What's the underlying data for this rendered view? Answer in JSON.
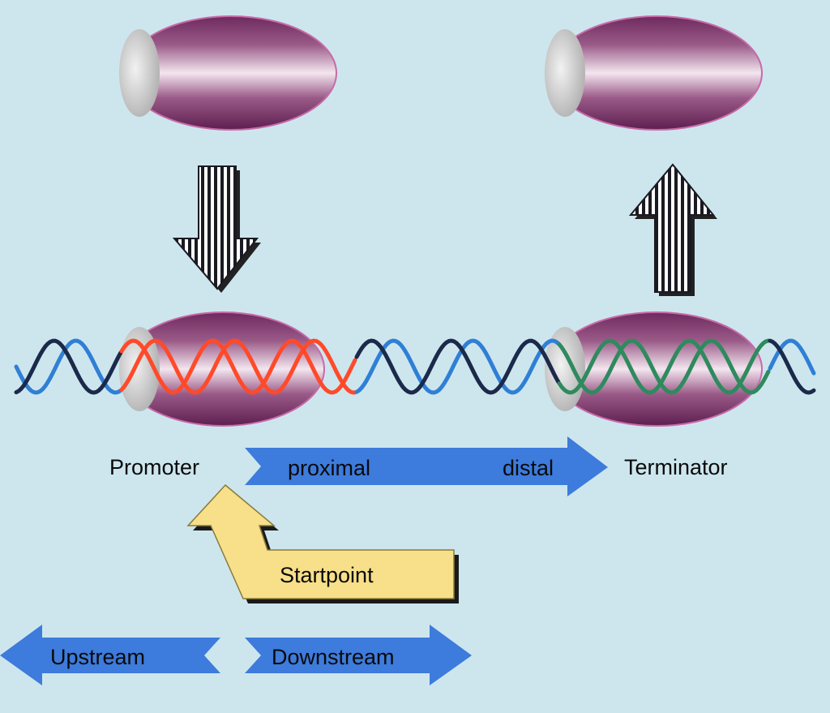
{
  "labels": {
    "promoter": "Promoter",
    "proximal": "proximal",
    "distal": "distal",
    "terminator": "Terminator",
    "startpoint": "Startpoint",
    "upstream": "Upstream",
    "downstream": "Downstream"
  },
  "colors": {
    "background": "#cde6ee",
    "polymerase": "#8e4a7c",
    "polymerase_rim": "#d9d9d9",
    "dna_blue": "#2f7fd6",
    "dna_dark": "#1b2a4a",
    "dna_red": "#ff4a2a",
    "dna_green": "#2f8a5e",
    "arrow_blue": "#3d7bdc",
    "startpoint_yellow": "#f7e089"
  }
}
